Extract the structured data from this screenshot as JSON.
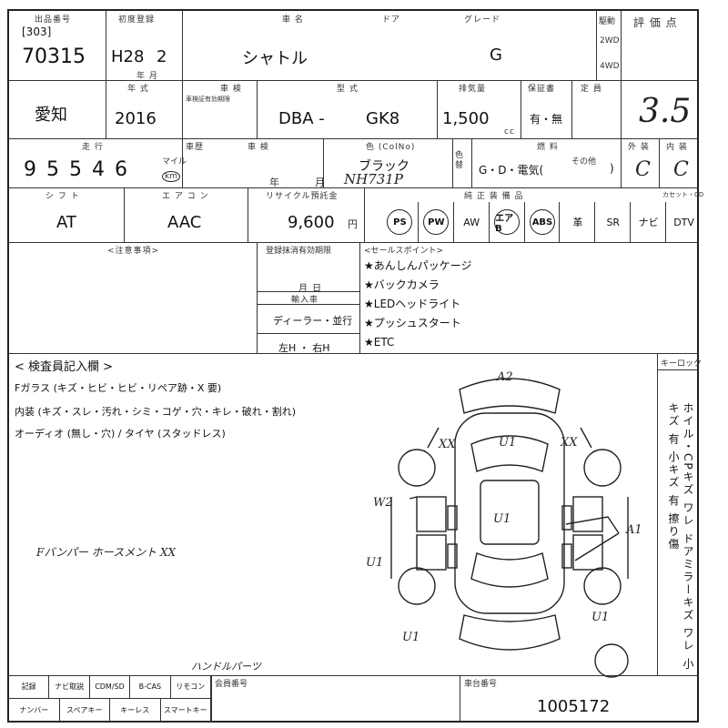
{
  "header": {
    "lot_label": "出品番号",
    "lot_code": "[303]",
    "lot_number": "70315",
    "reg_label": "初度登録",
    "reg_era": "H28",
    "reg_month": "2",
    "reg_sub": "年 月",
    "name_label": "車 名",
    "door_label": "ドア",
    "car_name": "シャトル",
    "grade_label": "グレード",
    "grade": "G",
    "drive_label": "駆動",
    "drive_2wd": "2WD",
    "drive_4wd": "4WD",
    "score_label": "評 価 点",
    "score": "3.5"
  },
  "row2": {
    "region": "愛知",
    "year_label": "年 式",
    "year": "2016",
    "inspection_label": "車 検",
    "inspection_sub": "車検証有効期限",
    "model_label": "型 式",
    "model_prefix": "DBA -",
    "model_code": "GK8",
    "displacement_label": "排気量",
    "displacement": "1,500",
    "displacement_unit": "cc",
    "warranty_label": "保証書",
    "warranty_value": "有・無",
    "capacity_label": "定 員"
  },
  "row3": {
    "mileage_label": "走 行",
    "mileage": "9 5 5 4 6",
    "mileage_unit": "マイル",
    "mileage_km": "km",
    "history_label": "車歴",
    "inspection_label": "車 検",
    "year_unit": "年",
    "month_unit": "月",
    "color_label": "色 (ColNo)",
    "color": "ブラック",
    "color_code": "NH731P",
    "color_change_label": "色替",
    "fuel_label": "燃 料",
    "fuel_value": "G・D・電気(",
    "fuel_close": ")",
    "fuel_other": "その他",
    "exterior_label": "外 装",
    "interior_label": "内 装",
    "exterior_grade": "C",
    "interior_grade": "C"
  },
  "row4": {
    "shift_label": "シ フ ト",
    "shift": "AT",
    "ac_label": "エ ア コ ン",
    "ac": "AAC",
    "recycle_label": "リサイクル預託金",
    "recycle": "9,600",
    "recycle_unit": "円",
    "equipment_label": "純 正 装 備 品",
    "cassette_label": "カセット・CD",
    "equipment": [
      "PS",
      "PW",
      "AW",
      "エアB",
      "ABS",
      "革",
      "SR",
      "ナビ",
      "DTV"
    ],
    "circled": [
      "PS",
      "PW",
      "エアB",
      "ABS"
    ]
  },
  "notes": {
    "caution_label": "<注意事項>",
    "reg_period_label": "登録抹消有効期限",
    "month_day": "月    日",
    "import_label": "輸入車",
    "dealer": "ディーラー・並行",
    "steering": "左H ・ 右H",
    "sales_label": "<セールスポイント>",
    "sales_points": [
      "★あんしんパッケージ",
      "★バックカメラ",
      "★LEDヘッドライト",
      "★プッシュスタート",
      "★ETC"
    ]
  },
  "inspector": {
    "title": "< 検査員記入欄 >",
    "glass": "Fガラス (キズ・ヒビ・ヒビ・リペア跡・X 要)",
    "interior": "内装 (キズ・スレ・汚れ・シミ・コゲ・穴・キレ・破れ・割れ)",
    "audio": "オーディオ (無し・穴) / タイヤ (スタッドレス)",
    "handwritten_note": "Fバンパー ホースメント XX",
    "handwritten_bottom": "ハンドルパーツ",
    "keylock": "キーロック",
    "vertical_note": "ホイル・CPキズ ワレ ドアミラーキズ ワレ 小キズ 有 小キズ 有 擦り傷"
  },
  "diagram": {
    "marks": [
      "A2",
      "U1",
      "XX",
      "XX",
      "W2",
      "U1",
      "A1",
      "U1",
      "U1",
      "U1"
    ]
  },
  "footer": {
    "cells": [
      "記録",
      "ナビ取説",
      "CDM/SD",
      "B-CAS",
      "リモコン",
      "ナンバー",
      "スペアキー",
      "キーレス",
      "スマートキー"
    ],
    "seal_label": "会員番号",
    "serial_label": "車台番号",
    "serial": "1005172"
  }
}
